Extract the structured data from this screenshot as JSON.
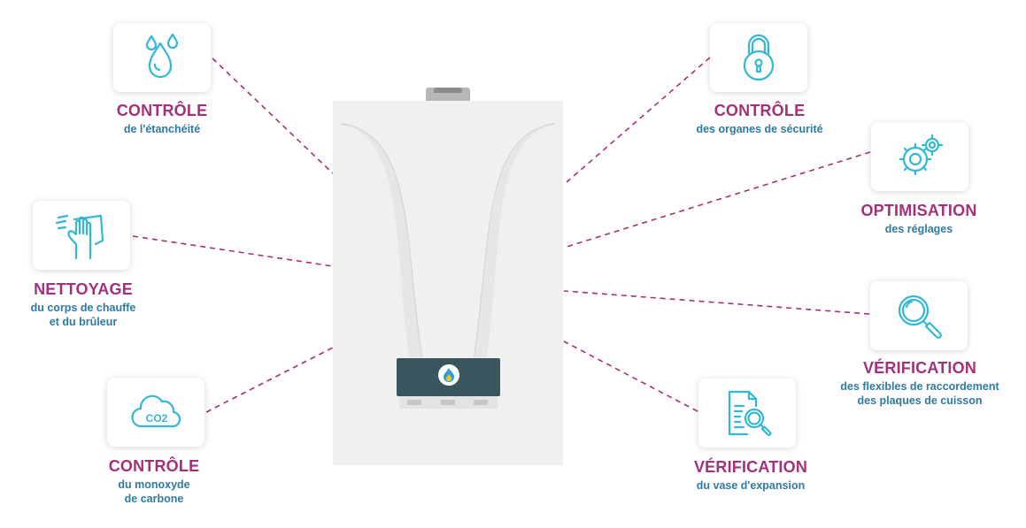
{
  "colors": {
    "title": "#a3317a",
    "subtitle": "#2f7aa0",
    "icon": "#33b7d6",
    "dashes": "#a3317a",
    "boiler_body": "#f0f0f0",
    "boiler_panel": "#39555d"
  },
  "items": {
    "etancheite": {
      "icon": "water-drops-icon",
      "title": "CONTRÔLE",
      "sub": [
        "de l'étanchéité"
      ]
    },
    "nettoyage": {
      "icon": "cleaning-hand-icon",
      "title": "NETTOYAGE",
      "sub": [
        "du corps de chauffe",
        "et du brûleur"
      ]
    },
    "monoxyde": {
      "icon": "co2-cloud-icon",
      "icon_text": "CO2",
      "title": "CONTRÔLE",
      "sub": [
        "du monoxyde",
        "de carbone"
      ]
    },
    "securite": {
      "icon": "padlock-icon",
      "title": "CONTRÔLE",
      "sub": [
        "des organes de sécurité"
      ]
    },
    "reglages": {
      "icon": "gears-icon",
      "title": "OPTIMISATION",
      "sub": [
        "des réglages"
      ]
    },
    "flexibles": {
      "icon": "magnifier-icon",
      "title": "VÉRIFICATION",
      "sub": [
        "des flexibles de raccordement",
        "des plaques de cuisson"
      ]
    },
    "vase": {
      "icon": "document-search-icon",
      "title": "VÉRIFICATION",
      "sub": [
        "du vase d'expansion"
      ]
    }
  }
}
